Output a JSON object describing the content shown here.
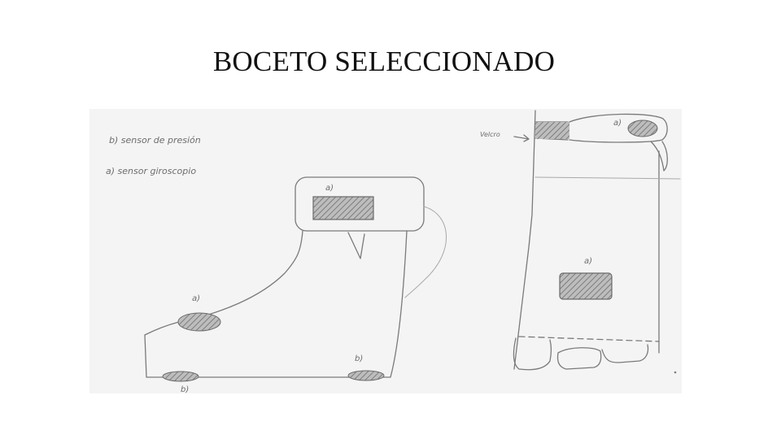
{
  "slide": {
    "title": "BOCETO SELECCIONADO"
  },
  "sketch": {
    "legend": {
      "line_b": "b) sensor de presión",
      "line_a": "a) sensor giroscopio"
    },
    "labels": {
      "a": "a)",
      "b": "b)",
      "velcro": "Velcro"
    }
  }
}
